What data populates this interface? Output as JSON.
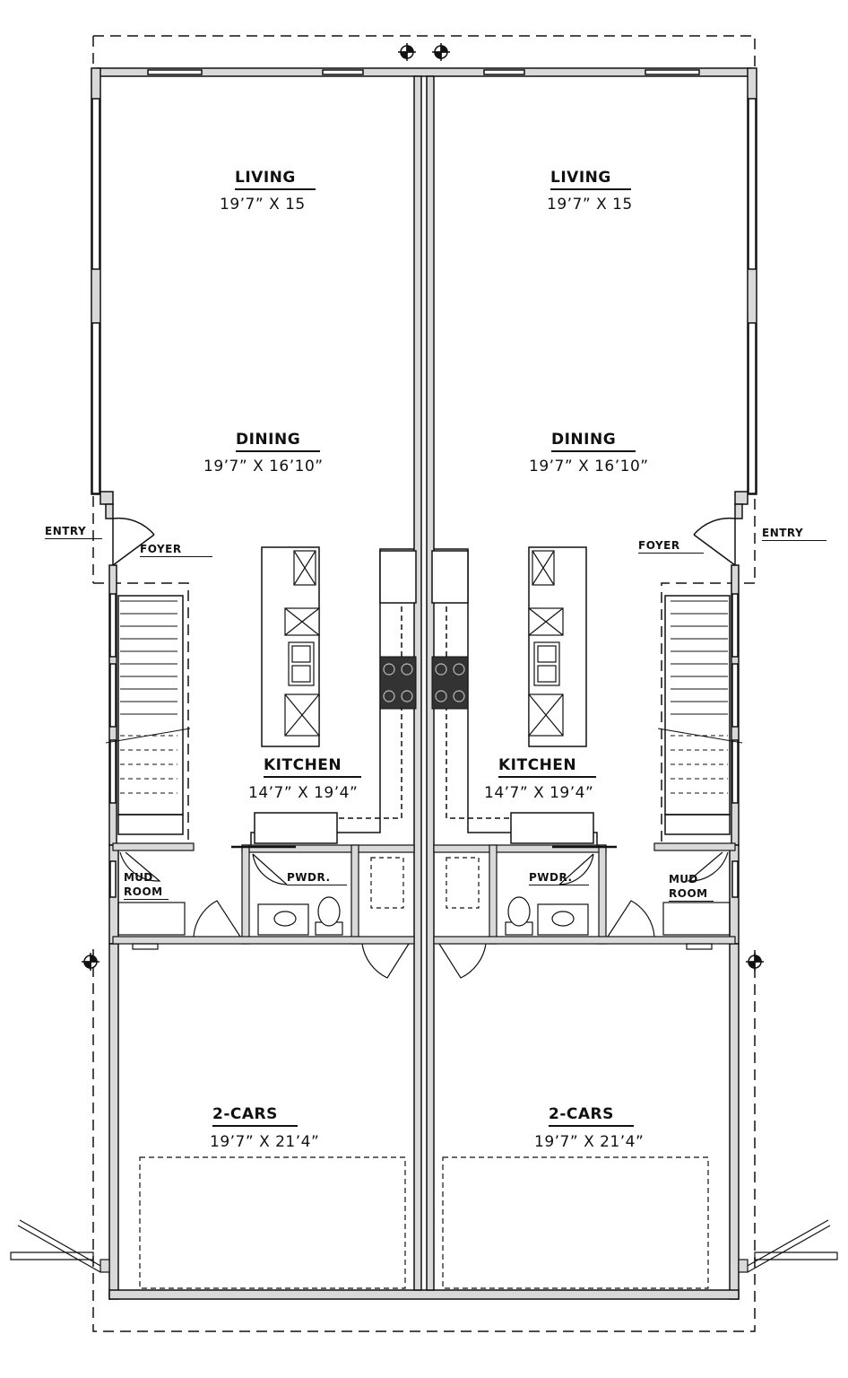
{
  "units": {
    "left": {
      "living": {
        "name": "LIVING",
        "dim": "19’7” X 15"
      },
      "dining": {
        "name": "DINING",
        "dim": "19’7” X 16’10”"
      },
      "kitchen": {
        "name": "KITCHEN",
        "dim": "14’7” X 19’4”"
      },
      "garage": {
        "name": "2-CARS",
        "dim": "19’7” X 21’4”"
      },
      "entry": "ENTRY",
      "foyer": "FOYER",
      "pwdr": "PWDR.",
      "mud": "MUD",
      "room": "ROOM"
    },
    "right": {
      "living": {
        "name": "LIVING",
        "dim": "19’7” X 15"
      },
      "dining": {
        "name": "DINING",
        "dim": "19’7” X 16’10”"
      },
      "kitchen": {
        "name": "KITCHEN",
        "dim": "14’7” X 19’4”"
      },
      "garage": {
        "name": "2-CARS",
        "dim": "19’7” X 21’4”"
      },
      "entry": "ENTRY",
      "foyer": "FOYER",
      "pwdr": "PWDR.",
      "mud": "MUD",
      "room": "ROOM"
    }
  },
  "colors": {
    "line": "#111111",
    "wall_fill": "#d9d9d9",
    "background": "#ffffff"
  }
}
